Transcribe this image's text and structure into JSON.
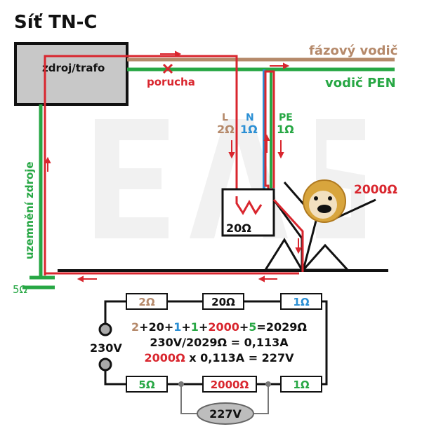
{
  "title": "Síť TN-C",
  "source_label": "zdroj/trafo",
  "fault_label": "porucha",
  "phase_wire_label": "fázový vodič",
  "pen_wire_label": "vodič PEN",
  "source_earth_label": "uzemnění zdroje",
  "source_earth_resistance": "5Ω",
  "body_resistance": "2000Ω",
  "wire_labels": {
    "l_name": "L",
    "l_res": "2Ω",
    "n_name": "N",
    "n_res": "1Ω",
    "pe_name": "PE",
    "pe_res": "1Ω"
  },
  "load_resistance": "20Ω",
  "circuit": {
    "top_resistors": [
      "2Ω",
      "20Ω",
      "1Ω"
    ],
    "bottom_resistors": [
      "5Ω",
      "2000Ω",
      "1Ω"
    ],
    "voltage": "230V",
    "meter_reading": "227V",
    "eq1_terms": [
      "2",
      "+",
      "20",
      "+",
      "1",
      "+",
      "1",
      "+",
      "2000",
      "+",
      "5",
      "=2029Ω"
    ],
    "eq2": "230V/2029Ω = 0,113A",
    "eq3_red": "2000Ω",
    "eq3_rest": " x 0,113A = 227V"
  },
  "colors": {
    "phase": "#b5896a",
    "pen": "#27a744",
    "fault": "#d9262e",
    "blue": "#2b8fd4",
    "dark": "#111111",
    "source_box": "#c8c8c8",
    "watermark": "#f0f0f0"
  }
}
